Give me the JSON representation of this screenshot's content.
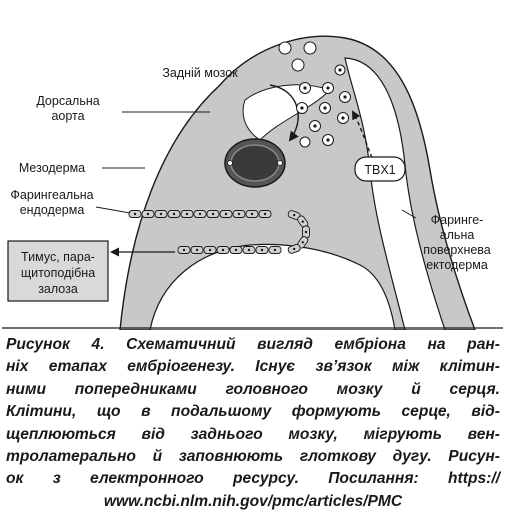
{
  "figure": {
    "labels": {
      "hindbrain": "Задній мозок",
      "dorsal_aorta_1": "Дорсальна",
      "dorsal_aorta_2": "аорта",
      "mesoderm": "Мезодерма",
      "endoderm_1": "Фарингеальна",
      "endoderm_2": "ендодерма",
      "ectoderm_1": "Фаринге-",
      "ectoderm_2": "альна",
      "ectoderm_3": "поверхнева",
      "ectoderm_4": "ектодерма",
      "tbx1": "TBX1",
      "thymus_1": "Тимус, пара-",
      "thymus_2": "щитоподібна",
      "thymus_3": "залоза"
    },
    "colors": {
      "tissue": "#c8c8c8",
      "inner": "#ffffff",
      "outline": "#1a1a1a",
      "heart": "#555555",
      "thymus_box": "#d9d9d9"
    }
  },
  "caption": {
    "lines": [
      "Рисунок 4. Схематичний вигляд ембріона на ран-",
      "ніх етапах ембріогенезу. Існує зв’язок між клітин-",
      "ними попередниками головного мозку й серця.",
      "Клітини, що в подальшому формують серце, від-",
      "щеплюються від заднього мозку, мігрують вен-",
      "тролатерально й заповнюють глоткову дугу. Рисун-",
      "ок з електронного ресурсу. Посилання: https://"
    ],
    "last_line": "www.ncbi.nlm.nih.gov/pmc/articles/PMC"
  }
}
